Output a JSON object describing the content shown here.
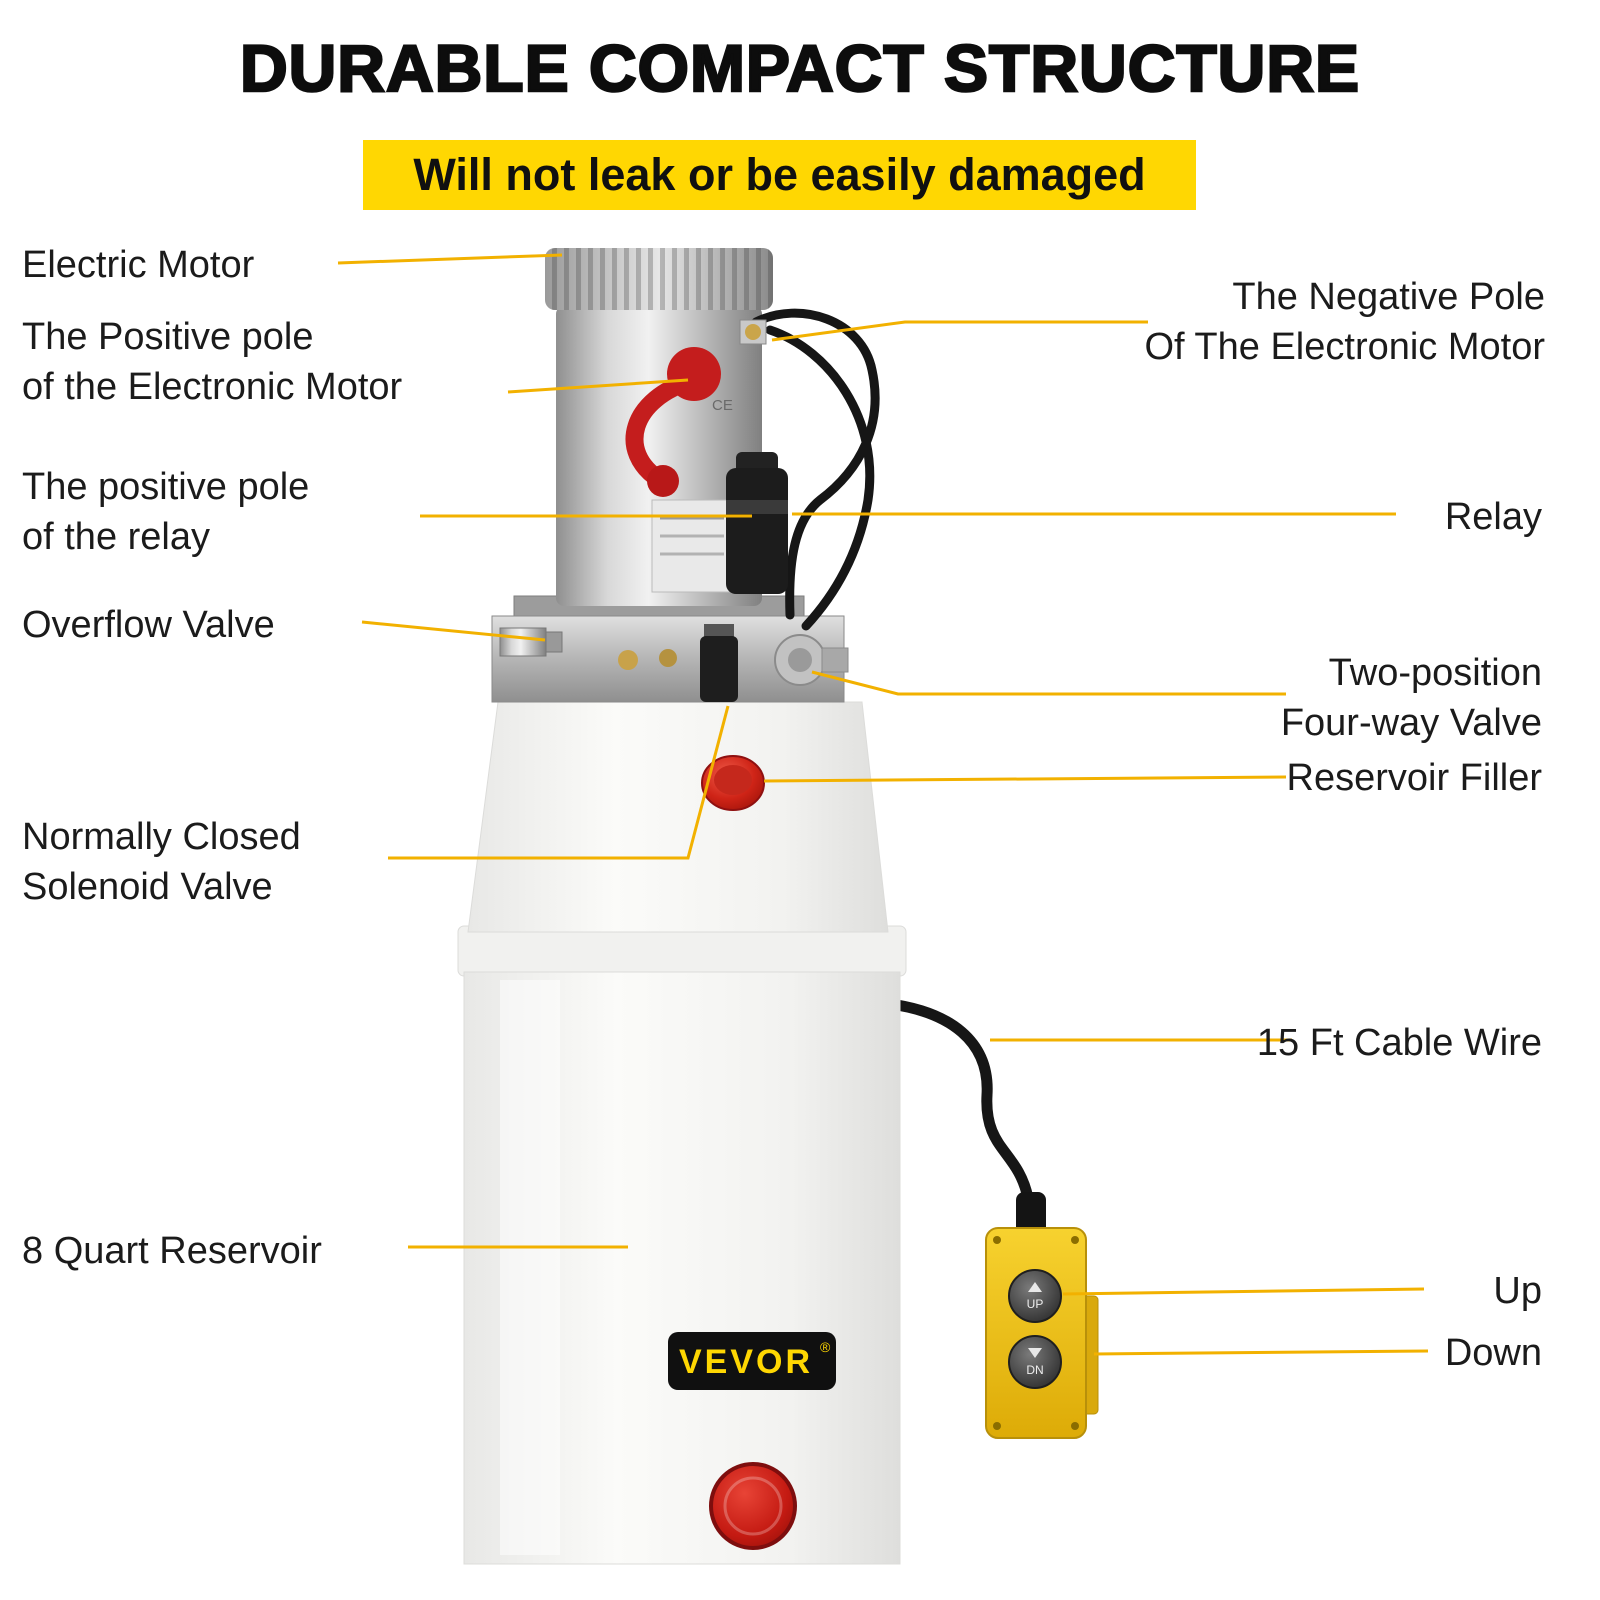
{
  "header": {
    "title": "DURABLE COMPACT STRUCTURE",
    "banner": "Will not leak or be easily damaged"
  },
  "labels": {
    "left": [
      {
        "id": "electric-motor",
        "text": "Electric Motor"
      },
      {
        "id": "positive-pole-motor",
        "text": "The Positive pole\nof the Electronic Motor"
      },
      {
        "id": "positive-pole-relay",
        "text": "The positive pole\nof the relay"
      },
      {
        "id": "overflow-valve",
        "text": "Overflow Valve"
      },
      {
        "id": "solenoid-valve",
        "text": "Normally Closed\nSolenoid Valve"
      },
      {
        "id": "reservoir",
        "text": "8 Quart Reservoir"
      }
    ],
    "right": [
      {
        "id": "negative-pole-motor",
        "text": "The Negative Pole\nOf The Electronic Motor"
      },
      {
        "id": "relay",
        "text": "Relay"
      },
      {
        "id": "four-way-valve",
        "text": "Two-position\nFour-way Valve"
      },
      {
        "id": "reservoir-filler",
        "text": "Reservoir Filler"
      },
      {
        "id": "cable-wire",
        "text": "15 Ft Cable Wire"
      },
      {
        "id": "up",
        "text": "Up"
      },
      {
        "id": "down",
        "text": "Down"
      }
    ]
  },
  "product": {
    "brand": "VEVOR",
    "brand_reg": "®",
    "ce_mark": "CE",
    "remote_up_label": "UP",
    "remote_down_label": "DN"
  },
  "colors": {
    "banner_bg": "#FFD702",
    "leader_line": "#F2B100",
    "badge_bg": "#101010",
    "badge_text": "#FFD702",
    "remote_body": "#F0C020",
    "filler_cap_red": "#D93025",
    "push_button_red": "#CE1F1A"
  }
}
